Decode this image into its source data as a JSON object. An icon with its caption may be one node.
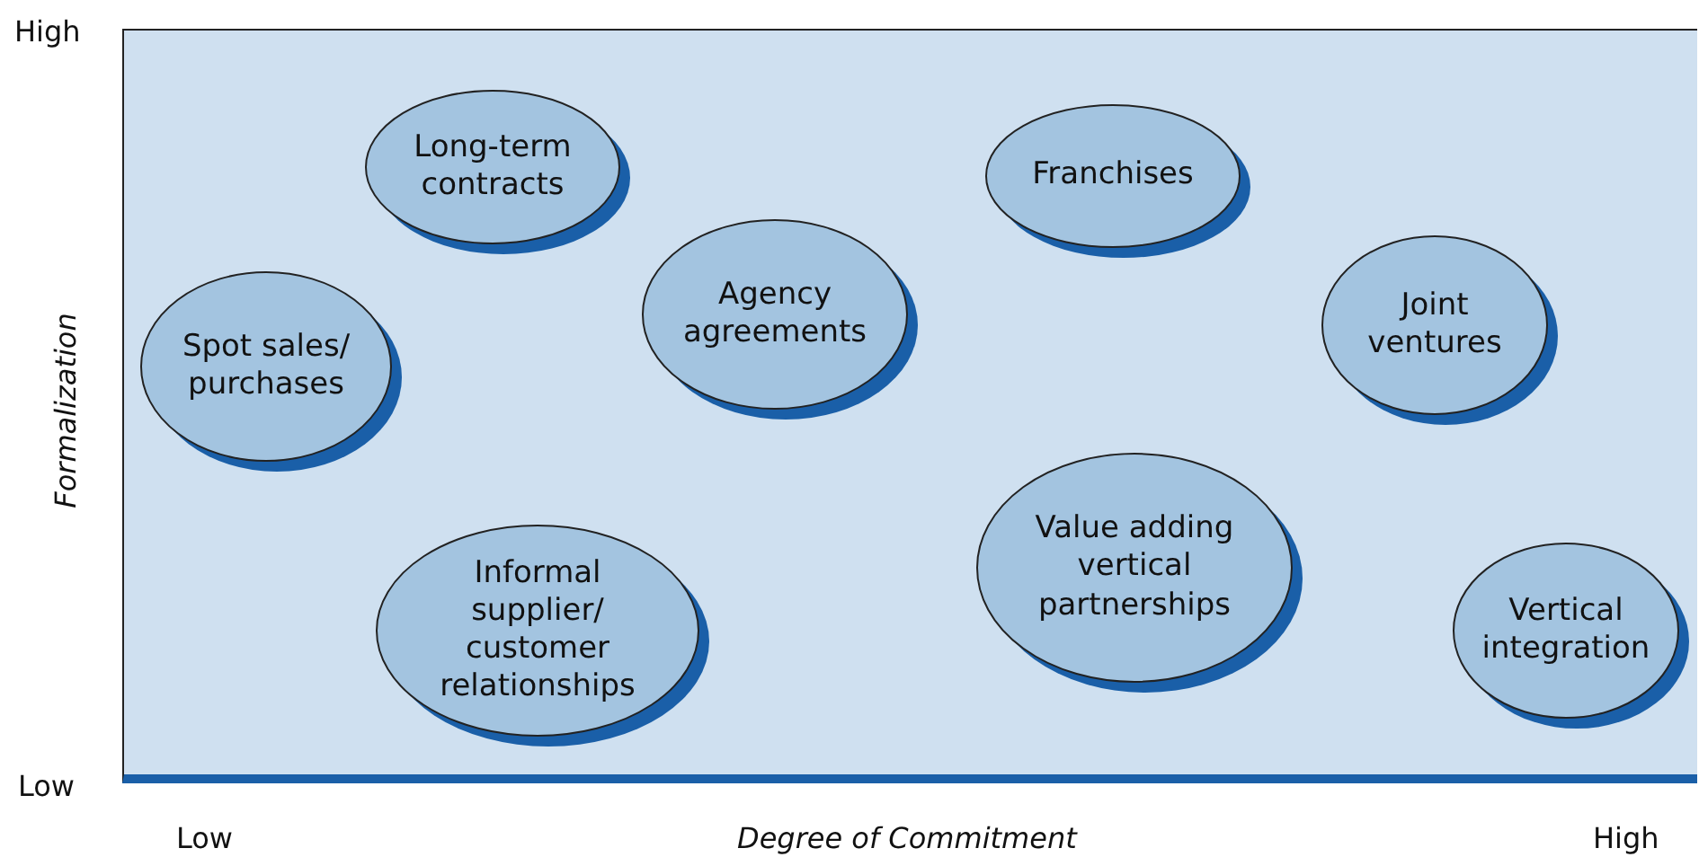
{
  "diagram": {
    "nodes": [
      {
        "text": [],
        "shape": "box"
      },
      {
        "text": [
          "Long-term contracts"
        ],
        "in": 0
      },
      {
        "text": [
          "Franchises"
        ],
        "in": 0
      },
      {
        "text": [
          "Spot sales/ purchases"
        ],
        "in": 0
      },
      {
        "text": [
          "Agency agreements"
        ],
        "in": 0
      },
      {
        "text": [
          "Joint ventures"
        ],
        "in": 0
      },
      {
        "text": [
          "Informal supplier/ customer relationships"
        ],
        "in": 0
      },
      {
        "text": [
          "Value adding vertical partnerships"
        ],
        "in": 0
      },
      {
        "text": [
          "Vertical integration"
        ],
        "in": 0
      }
    ],
    "edges": [],
    "labels": [
      "High",
      "Formalization",
      "Low",
      "Low",
      "Degree of Commitment",
      "High"
    ]
  }
}
